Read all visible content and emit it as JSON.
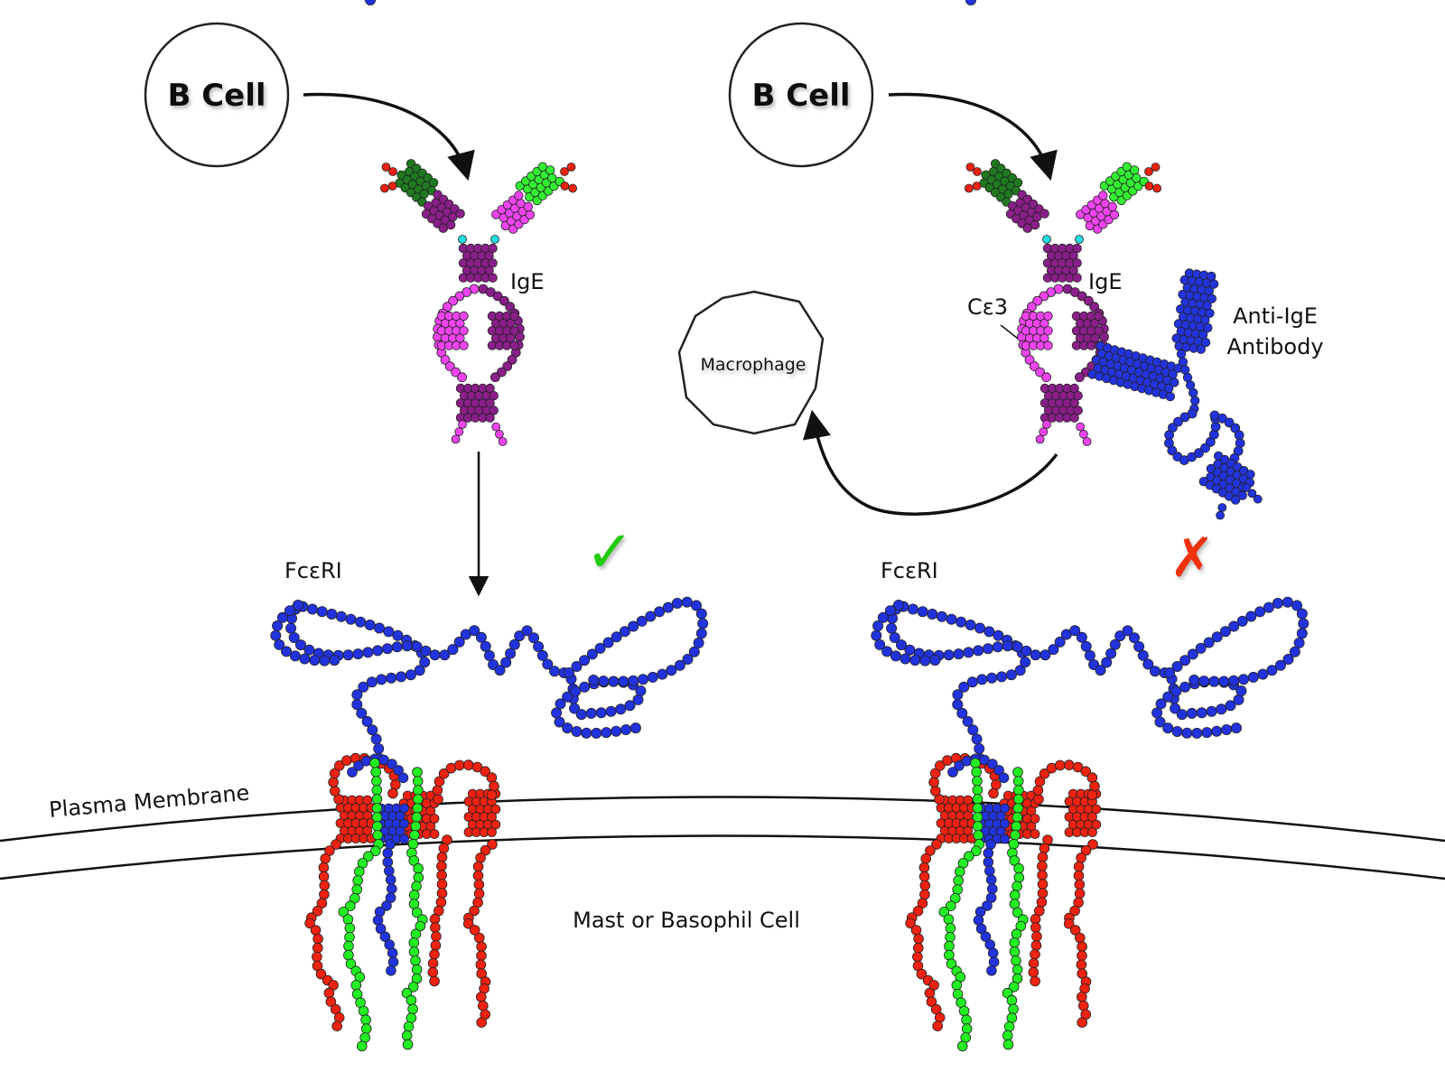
{
  "left_panel": {
    "bcell_label": "B Cell",
    "ige_label": "IgE",
    "receptor_label": "FcεRI",
    "status_mark": "✓"
  },
  "right_panel": {
    "bcell_label": "B Cell",
    "ige_label": "IgE",
    "domain_label": "Cε3",
    "antibody_label_line1": "Anti-IgE",
    "antibody_label_line2": "Antibody",
    "macrophage_label": "Macrophage",
    "receptor_label": "FcεRI",
    "status_mark": "✗"
  },
  "membrane_label": "Plasma Membrane",
  "cell_label": "Mast or Basophil Cell",
  "colors": {
    "receptor_alpha": "#2233dd",
    "receptor_beta": "#ee2211",
    "receptor_gamma": "#22ee22",
    "ige_heavy_dark": "#8a1f8a",
    "ige_heavy_light": "#ee44ee",
    "ige_variable_dark": "#1f7a1f",
    "ige_variable_light": "#33ee33",
    "ige_hinge": "#22dddd",
    "anti_ige": "#2233dd",
    "check": "#22cc11",
    "cross": "#ee3311"
  }
}
